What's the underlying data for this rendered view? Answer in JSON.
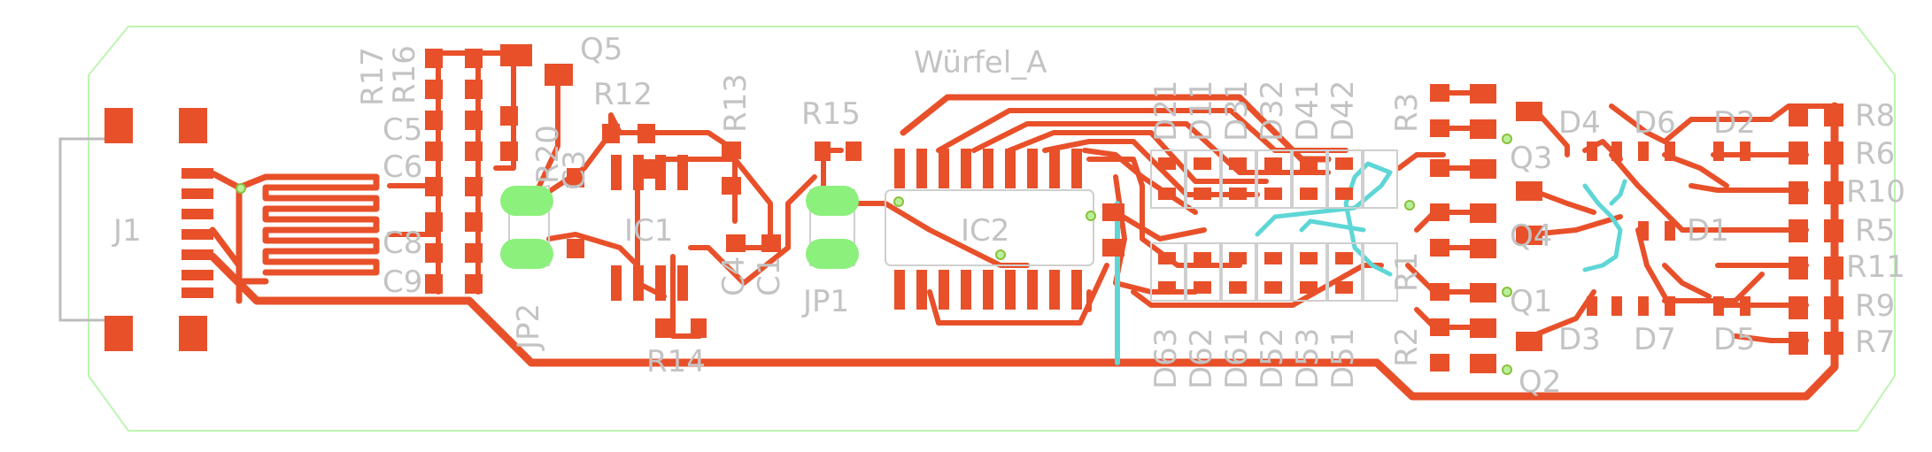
{
  "board": {
    "title": "Würfel_A",
    "colors": {
      "top_copper": "#e8502a",
      "bottom_copper": "#5fd6d6",
      "silkscreen": "#c3c3c3",
      "outline": "#bdf5b0",
      "jumper_pad": "#8cf07c"
    }
  },
  "labels": {
    "j1": "J1",
    "q5": "Q5",
    "r17": "R17",
    "r16": "R16",
    "r20": "R20",
    "r12": "R12",
    "r13": "R13",
    "r15": "R15",
    "r14": "R14",
    "c5": "C5",
    "c6": "C6",
    "c8": "C8",
    "c9": "C9",
    "c3": "C3",
    "c1": "C1",
    "c4": "C4",
    "ic1": "IC1",
    "ic2": "IC2",
    "jp1": "JP1",
    "jp2": "JP2",
    "d11": "D11",
    "d21": "D21",
    "d31": "D31",
    "d32": "D32",
    "d41": "D41",
    "d42": "D42",
    "d63": "D63",
    "d62": "D62",
    "d61": "D61",
    "d52": "D52",
    "d53": "D53",
    "d51": "D51",
    "r3": "R3",
    "r1": "R1",
    "r2": "R2",
    "q3": "Q3",
    "q4": "Q4",
    "q1": "Q1",
    "q2": "Q2",
    "d4": "D4",
    "d6": "D6",
    "d2": "D2",
    "d1": "D1",
    "d3": "D3",
    "d7": "D7",
    "d5": "D5",
    "r8": "R8",
    "r6": "R6",
    "r10": "R10",
    "r5": "R5",
    "r11": "R11",
    "r9": "R9",
    "r7": "R7"
  }
}
